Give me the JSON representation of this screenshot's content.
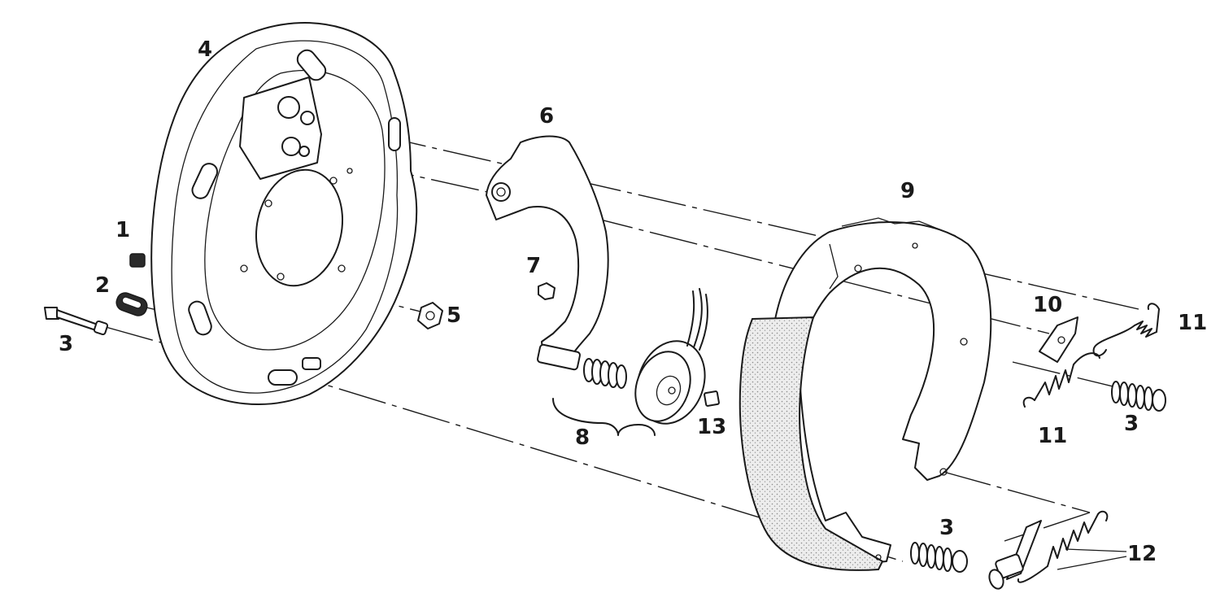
{
  "labels": {
    "l1": "1",
    "l2": "2",
    "l3a": "3",
    "l3b": "3",
    "l3c": "3",
    "l4": "4",
    "l5": "5",
    "l6": "6",
    "l7": "7",
    "l8": "8",
    "l9": "9",
    "l10": "10",
    "l11a": "11",
    "l11b": "11",
    "l12": "12",
    "l13": "13"
  },
  "colors": {
    "line": "#1a1a1a",
    "lining_fill": "#e4e4e4"
  }
}
